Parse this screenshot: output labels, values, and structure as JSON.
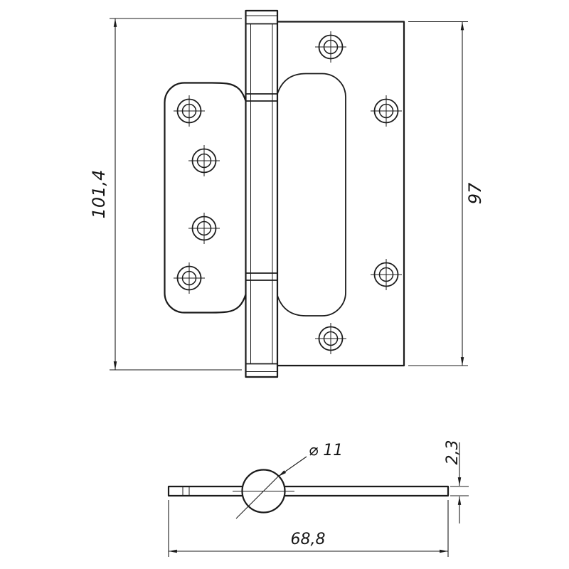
{
  "drawing": {
    "front_view": {
      "overall_height_label": "101,4",
      "plate_height_label": "97"
    },
    "profile_view": {
      "barrel_diameter_label": "⌀ 11",
      "width_label": "68,8",
      "thickness_label": "2,3"
    }
  }
}
